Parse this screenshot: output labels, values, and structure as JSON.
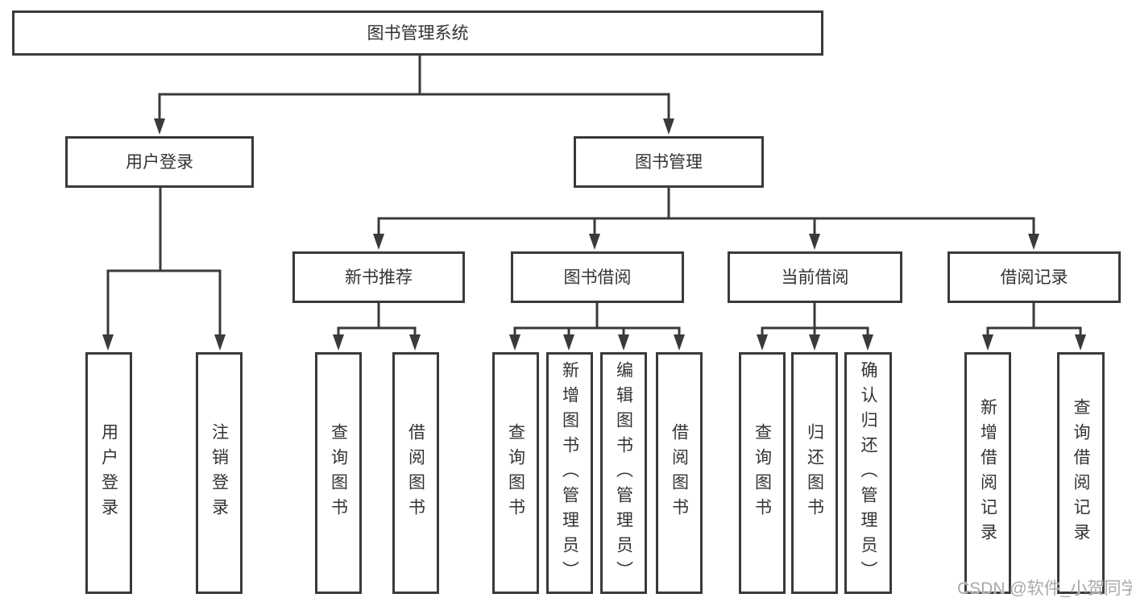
{
  "tree": {
    "root": {
      "label": "图书管理系统"
    },
    "children": [
      {
        "label": "用户登录",
        "children": [
          {
            "label": "用户登录"
          },
          {
            "label": "注销登录"
          }
        ]
      },
      {
        "label": "图书管理",
        "children": [
          {
            "label": "新书推荐",
            "children": [
              {
                "label": "查询图书"
              },
              {
                "label": "借阅图书"
              }
            ]
          },
          {
            "label": "图书借阅",
            "children": [
              {
                "label": "查询图书"
              },
              {
                "label": "新增图书（管理员）"
              },
              {
                "label": "编辑图书（管理员）"
              },
              {
                "label": "借阅图书"
              }
            ]
          },
          {
            "label": "当前借阅",
            "children": [
              {
                "label": "查询图书"
              },
              {
                "label": "归还图书"
              },
              {
                "label": "确认归还（管理员）"
              }
            ]
          },
          {
            "label": "借阅记录",
            "children": [
              {
                "label": "新增借阅记录"
              },
              {
                "label": "查询借阅记录"
              }
            ]
          }
        ]
      }
    ]
  },
  "watermark": "CSDN @软件_小贺同学",
  "colors": {
    "line": "#3a3a3a",
    "box_border": "#3a3a3a",
    "text": "#333333",
    "background": "#ffffff",
    "watermark": "#a9a9a9"
  }
}
